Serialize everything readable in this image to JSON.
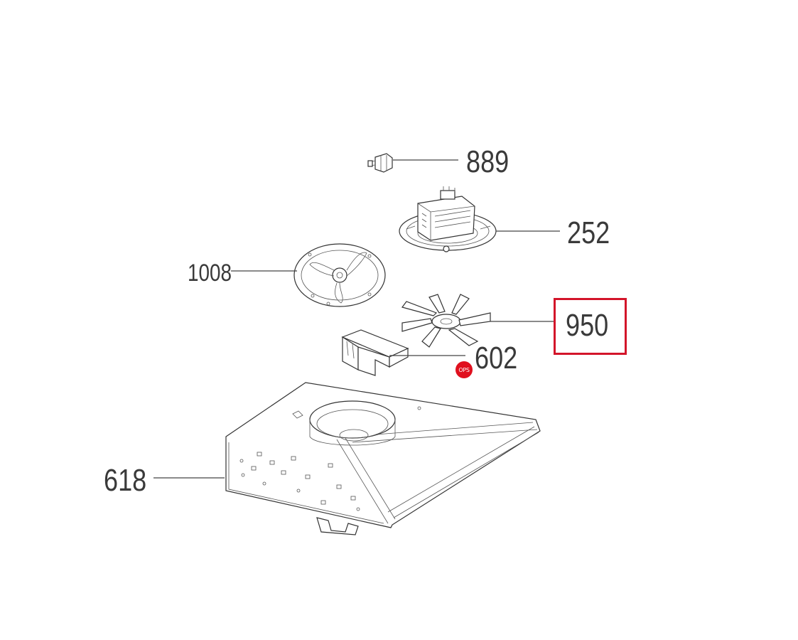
{
  "callouts": [
    {
      "id": "889",
      "label": "889"
    },
    {
      "id": "252",
      "label": "252"
    },
    {
      "id": "1008",
      "label": "1008"
    },
    {
      "id": "950",
      "label": "950",
      "highlighted": true
    },
    {
      "id": "602",
      "label": "602"
    },
    {
      "id": "618",
      "label": "618"
    }
  ],
  "badge": {
    "text": "OPS",
    "color": "#e0101e"
  },
  "highlight_color": "#d3152a"
}
